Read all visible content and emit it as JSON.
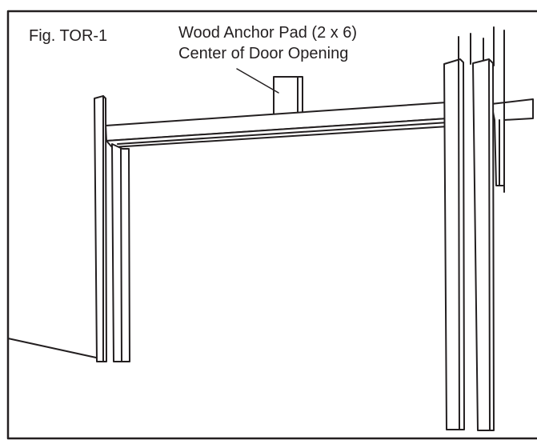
{
  "figure": {
    "label": "Fig. TOR-1",
    "callout_line1": "Wood Anchor Pad (2 x 6)",
    "callout_line2": "Center of Door Opening"
  }
}
